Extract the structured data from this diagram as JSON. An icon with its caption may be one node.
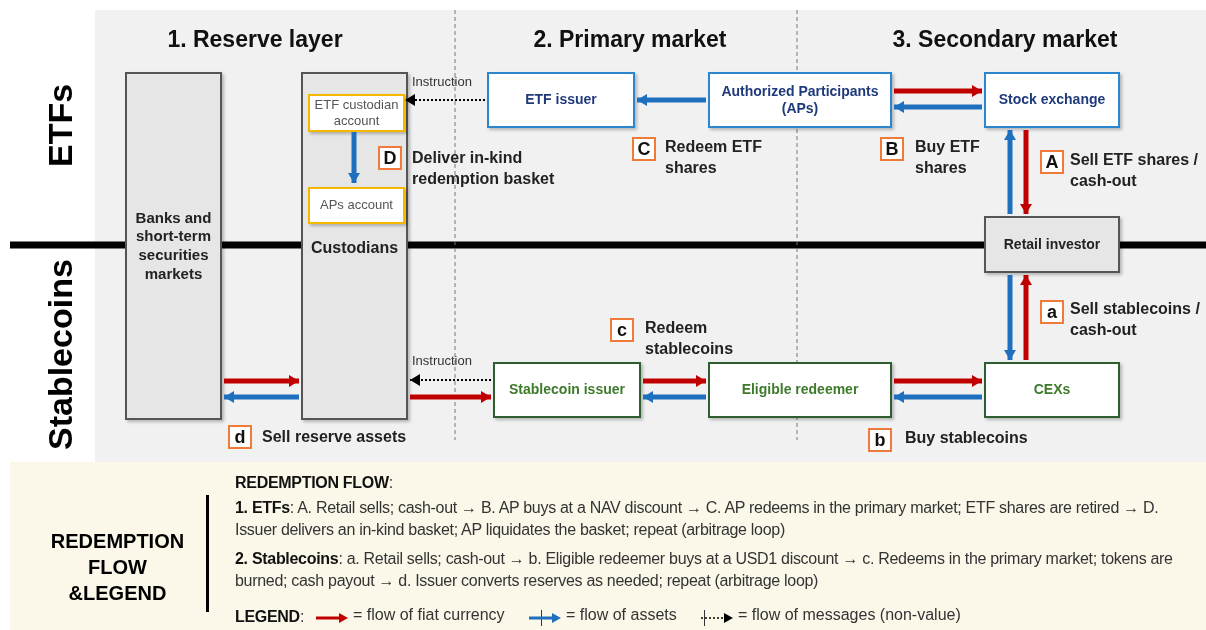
{
  "diagram": {
    "nodes": [
      {
        "text": [
          "Banks and short-term securities markets"
        ]
      },
      {
        "text": [
          "Custodians"
        ]
      },
      {
        "text": [
          "ETF custodian account"
        ],
        "in": 1
      },
      {
        "text": [
          "APs account"
        ],
        "in": 1
      },
      {
        "text": [
          "ETF issuer"
        ]
      },
      {
        "text": [
          "Authorized Participants (APs)"
        ]
      },
      {
        "text": [
          "Stock exchange"
        ]
      },
      {
        "text": [
          "Retail investor"
        ]
      },
      {
        "text": [
          "Stablecoin issuer"
        ]
      },
      {
        "text": [
          "Eligible redeemer"
        ]
      },
      {
        "text": [
          "CEXs"
        ]
      }
    ],
    "edges": [
      {
        "from": 4,
        "to": 2,
        "arrow": "to",
        "label": "Instruction",
        "style": "dashed",
        "color": "#000000"
      },
      {
        "from": 2,
        "to": 3,
        "arrow": "to",
        "label": "Deliver in-kind redemption basket",
        "color": "#1f6fbf"
      },
      {
        "from": 5,
        "to": 4,
        "arrow": "to",
        "label": "Redeem ETF shares",
        "color": "#1f6fbf"
      },
      {
        "from": 5,
        "to": 6,
        "arrow": "to",
        "label": "Buy ETF shares",
        "color": "#c00000"
      },
      {
        "from": 6,
        "to": 5,
        "arrow": "to",
        "color": "#1f6fbf"
      },
      {
        "from": 7,
        "to": 6,
        "arrow": "to",
        "color": "#1f6fbf"
      },
      {
        "from": 6,
        "to": 7,
        "arrow": "to",
        "label": "Sell ETF shares / cash-out",
        "color": "#c00000"
      },
      {
        "from": 7,
        "to": 10,
        "arrow": "to",
        "color": "#1f6fbf"
      },
      {
        "from": 10,
        "to": 7,
        "arrow": "to",
        "label": "Sell stablecoins / cash-out",
        "color": "#c00000"
      },
      {
        "from": 9,
        "to": 10,
        "arrow": "to",
        "color": "#c00000"
      },
      {
        "from": 10,
        "to": 9,
        "arrow": "to",
        "label": "Buy stablecoins",
        "color": "#1f6fbf"
      },
      {
        "from": 8,
        "to": 9,
        "arrow": "to",
        "label": "Redeem stablecoins",
        "color": "#c00000"
      },
      {
        "from": 9,
        "to": 8,
        "arrow": "to",
        "color": "#1f6fbf"
      },
      {
        "from": 8,
        "to": 1,
        "arrow": "to",
        "label": "Instruction",
        "style": "dashed",
        "color": "#000000"
      },
      {
        "from": 1,
        "to": 8,
        "arrow": "to",
        "color": "#c00000"
      },
      {
        "from": 0,
        "to": 1,
        "arrow": "to",
        "color": "#c00000"
      },
      {
        "from": 1,
        "to": 0,
        "arrow": "to",
        "label": "Sell reserve assets",
        "color": "#1f6fbf"
      }
    ],
    "labels": [
      "1. Reserve layer",
      "2. Primary market",
      "3. Secondary market",
      "ETFs",
      "Stablecoins",
      "D",
      "C",
      "B",
      "A",
      "a",
      "c",
      "d",
      "b",
      "REDEMPTION FLOW &LEGEND",
      "**REDEMPTION FLOW**:",
      "**1. ETFs**: A. Retail sells; cash-out → B. AP buys at a NAV discount → C. AP redeems in the primary market; ETF shares are retired → D. Issuer delivers an in-kind basket; AP liquidates the basket; repeat (arbitrage loop)",
      "**2. Stablecoins**: a. Retail sells; cash-out → b. Eligible redeemer buys at a USD1 discount → c. Redeems in the primary market; tokens are burned; cash payout → d. Issuer converts reserves as needed; repeat (arbitrage loop)",
      "**LEGEND**:"
    ],
    "legend": [
      {
        "text": "= flow of fiat currency"
      },
      {
        "text": "= flow of assets"
      },
      {
        "text": "= flow of messages (non-value)"
      }
    ]
  }
}
